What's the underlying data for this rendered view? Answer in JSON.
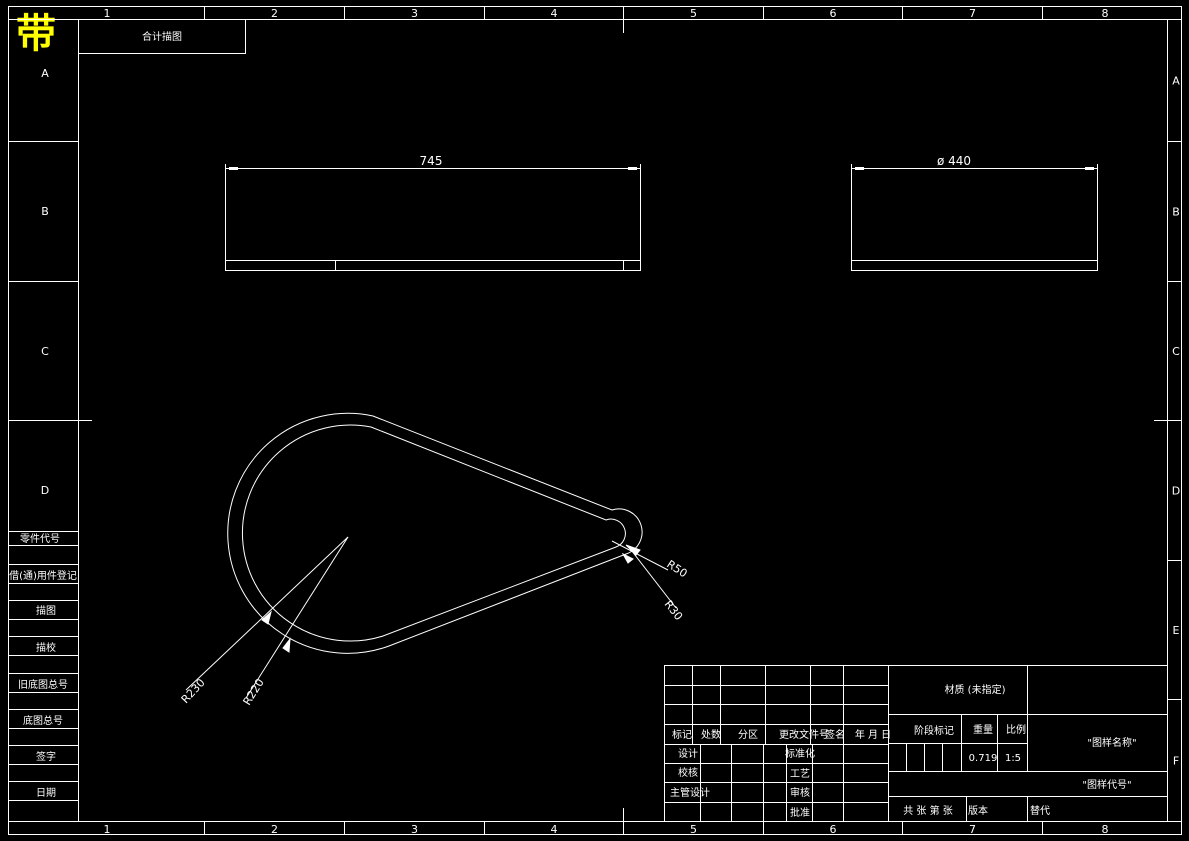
{
  "logo_char": "带",
  "drawing_title": "合计描图",
  "zone_columns": [
    "1",
    "2",
    "3",
    "4",
    "5",
    "6",
    "7",
    "8"
  ],
  "zone_rows": [
    "A",
    "B",
    "C",
    "D",
    "E",
    "F"
  ],
  "left_strip": [
    "零件代号",
    "借(通)用件登记",
    "描图",
    "描校",
    "旧底图总号",
    "底图总号",
    "签字",
    "日期"
  ],
  "dimensions": {
    "top_view_length": "745",
    "top_view_diameter": "ø 440",
    "radius_outer_large": "R230",
    "radius_inner_large": "R220",
    "radius_outer_small": "R50",
    "radius_inner_small": "R30"
  },
  "title_block": {
    "rev_headers": [
      "标记",
      "处数",
      "分区",
      "更改文件号",
      "签名",
      "年 月 日"
    ],
    "design": "设计",
    "standardize": "标准化",
    "check": "校核",
    "process": "工艺",
    "chief_design": "主管设计",
    "review": "审核",
    "approve": "批准",
    "material": "材质 (未指定)",
    "stage_mark": "阶段标记",
    "weight_label": "重量",
    "scale_label": "比例",
    "weight_value": "0.719",
    "scale_value": "1:5",
    "drawing_name": "\"图样名称\"",
    "drawing_number": "\"图样代号\"",
    "sheets": "共  张  第  张",
    "version": "版本",
    "replace": "替代"
  }
}
